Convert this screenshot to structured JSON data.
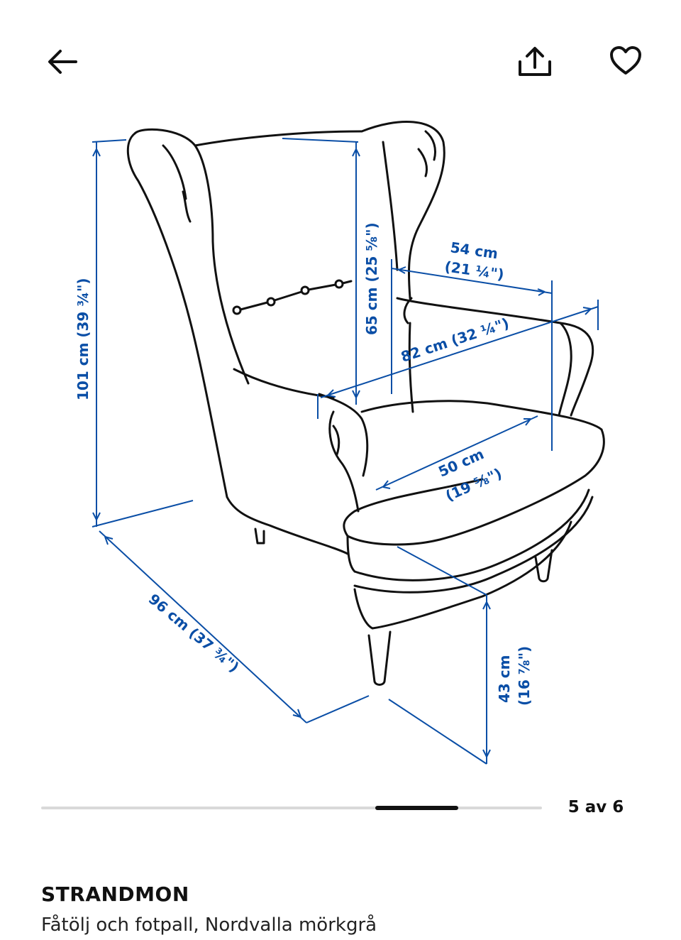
{
  "header": {
    "back_icon": "arrow-left-icon",
    "share_icon": "share-icon",
    "favorite_icon": "heart-icon"
  },
  "drawing": {
    "dimensions": {
      "total_height": "101 cm (39 ¾\")",
      "back_height": "65 cm (25 ⅝\")",
      "seat_width": "54 cm",
      "seat_width_in": "(21 ¼\")",
      "total_width": "82 cm (32 ¼\")",
      "seat_depth": "50 cm",
      "seat_depth_in": "(19 ⅝\")",
      "total_depth": "96 cm (37 ¾\")",
      "seat_height": "43 cm",
      "seat_height_in": "(16 ⅞\")"
    },
    "line_color": "#111111",
    "dimension_color": "#0a4ea6"
  },
  "carousel": {
    "current": 5,
    "total": 6,
    "counter_text": "5 av 6"
  },
  "product": {
    "name": "STRANDMON",
    "description": "Fåtölj och fotpall, Nordvalla mörkgrå"
  }
}
